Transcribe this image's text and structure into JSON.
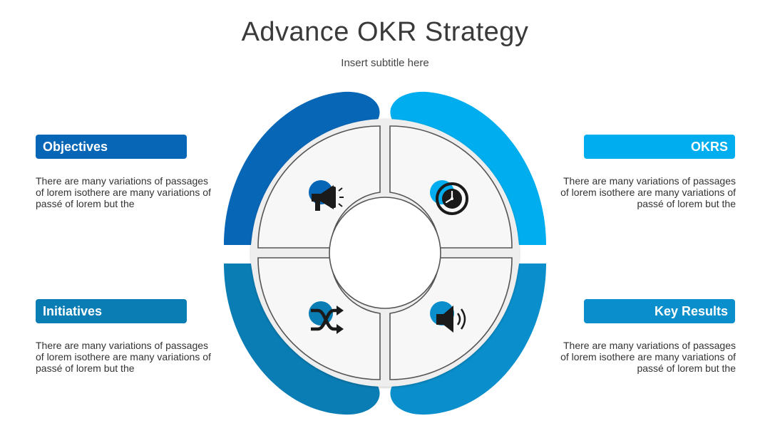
{
  "title": "Advance OKR Strategy",
  "subtitle": "Insert subtitle here",
  "colors": {
    "dark_blue": "#0866B7",
    "sky_blue": "#00AEEF",
    "teal_blue": "#0A7DB5",
    "mid_blue": "#0A8FCC"
  },
  "sections": [
    {
      "label": "Objectives",
      "text": "There are many variations of passages of lorem isothere are many variations of passé of lorem but the",
      "icon": "megaphone-icon"
    },
    {
      "label": "OKRS",
      "text": "There are many variations of passages of lorem isothere are many variations of passé of lorem but the",
      "icon": "clock-icon"
    },
    {
      "label": "Initiatives",
      "text": "There are many variations of passages of lorem isothere are many variations of passé of lorem but the",
      "icon": "shuffle-icon"
    },
    {
      "label": "Key Results",
      "text": "There are many variations of passages of lorem isothere are many variations of passé of lorem but the",
      "icon": "speaker-icon"
    }
  ]
}
